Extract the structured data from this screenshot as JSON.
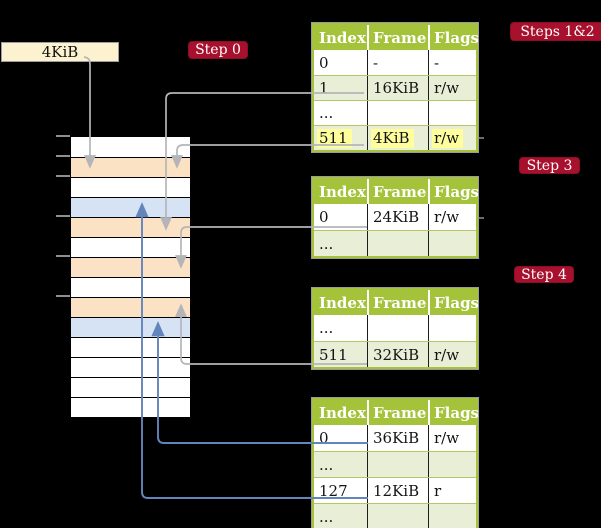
{
  "frame_label": {
    "text": "4KiB"
  },
  "badges": {
    "step0": "Step 0",
    "steps12": "Steps 1&2",
    "step3": "Step 3",
    "step4": "Step 4"
  },
  "memory_stack": {
    "cells": [
      "white",
      "orange",
      "white",
      "blue",
      "orange",
      "white",
      "orange",
      "white",
      "orange",
      "blue",
      "white",
      "white",
      "white",
      "white"
    ],
    "tick_count": 6
  },
  "tables": {
    "headers": [
      "Index",
      "Frame",
      "Flags"
    ],
    "steps12": {
      "rows": [
        [
          "0",
          "-",
          "-"
        ],
        [
          "1",
          "16KiB",
          "r/w"
        ],
        [
          "...",
          "",
          ""
        ],
        [
          "511",
          "4KiB",
          "r/w"
        ]
      ],
      "highlighted_row": "511 | 4KiB | r/w"
    },
    "step3": {
      "rows": [
        [
          "0",
          "24KiB",
          "r/w"
        ],
        [
          "...",
          "",
          ""
        ]
      ]
    },
    "step4a": {
      "rows": [
        [
          "...",
          "",
          ""
        ],
        [
          "511",
          "32KiB",
          "r/w"
        ]
      ]
    },
    "step4b": {
      "rows": [
        [
          "0",
          "36KiB",
          "r/w"
        ],
        [
          "...",
          "",
          ""
        ],
        [
          "127",
          "12KiB",
          "r"
        ],
        [
          "...",
          "",
          ""
        ]
      ]
    }
  },
  "colors": {
    "background": "#000000",
    "table_header_green": "#a4c23a",
    "table_row_shade": "#e9efd6",
    "highlight_yellow": "#feff9c",
    "badge_red": "#a8112e",
    "memory_cell_orange": "#fbe2c4",
    "memory_cell_blue": "#d5e3f4",
    "frame_box_cream": "#fdf2cf",
    "arrow_gray": "#b5b5b9",
    "arrow_blue": "#6285bb"
  }
}
